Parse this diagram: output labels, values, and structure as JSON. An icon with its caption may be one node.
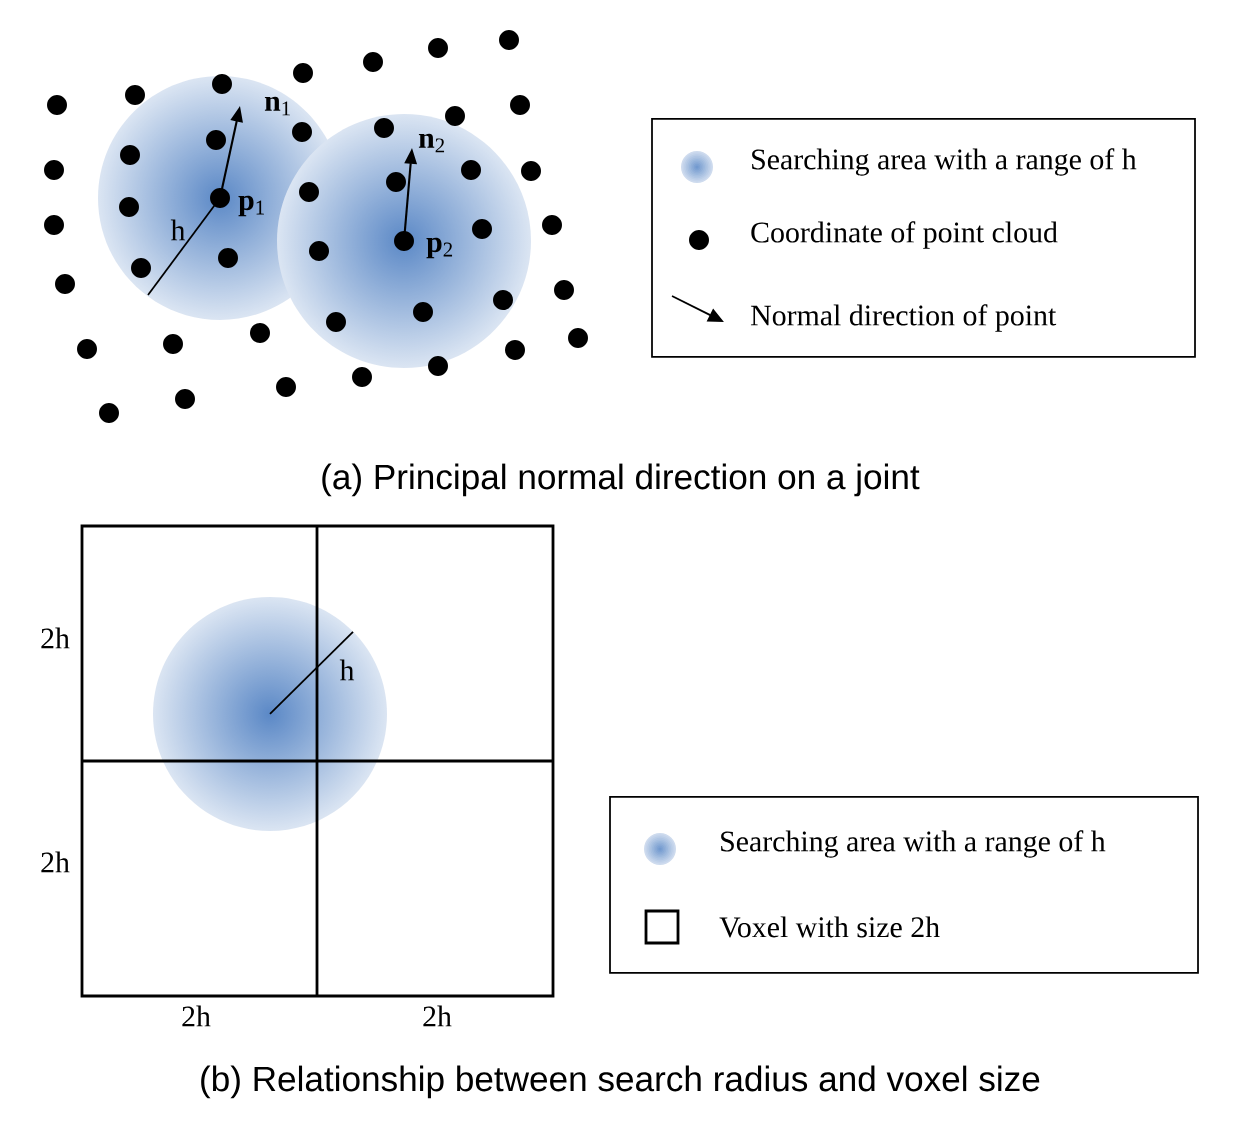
{
  "diagram": {
    "labels": [
      "**n**$_{1}$",
      "**p**$_{1}$",
      "h",
      "**n**$_{2}$",
      "**p**$_{2}$",
      "(a) Principal normal direction on a joint",
      "2h",
      "h",
      "2h",
      "2h",
      "2h",
      "(b) Relationship between search radius and voxel size"
    ],
    "legend": [
      {
        "text": "Searching area with a range of h"
      },
      {
        "text": "Coordinate of point cloud"
      },
      {
        "text": "Normal direction of point"
      },
      {
        "text": "Searching area with a range of h"
      },
      {
        "text": "Voxel with size 2h"
      }
    ]
  }
}
